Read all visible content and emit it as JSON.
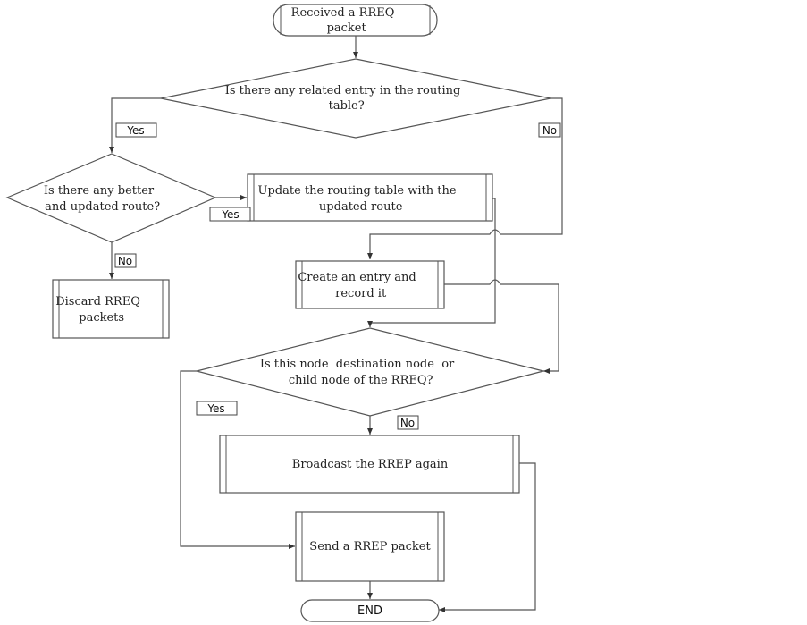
{
  "diagram": {
    "colors": {
      "stroke": "#555555",
      "text": "#222222",
      "background": "#ffffff"
    },
    "nodes": {
      "start": {
        "lines": [
          "Received a RREQ",
          "packet"
        ],
        "shape": "terminal"
      },
      "decision_entry": {
        "lines": [
          "Is there any related entry in the routing",
          "table?"
        ],
        "shape": "decision"
      },
      "decision_better": {
        "lines": [
          "Is there any better",
          "and updated route?"
        ],
        "shape": "decision"
      },
      "update_table": {
        "lines": [
          "Update the routing table with the",
          "updated route"
        ],
        "shape": "predefined-process"
      },
      "discard": {
        "lines": [
          "Discard RREQ",
          "packets"
        ],
        "shape": "predefined-process"
      },
      "create_entry": {
        "lines": [
          "Create an entry and",
          "record it"
        ],
        "shape": "predefined-process"
      },
      "decision_dest": {
        "lines": [
          "Is this node  destination node  or",
          "child node of the RREQ?"
        ],
        "shape": "decision"
      },
      "broadcast": {
        "lines": [
          "Broadcast the RREP again"
        ],
        "shape": "predefined-process"
      },
      "send_rrep": {
        "lines": [
          "Send a RREP packet"
        ],
        "shape": "predefined-process"
      },
      "end": {
        "lines": [
          "END"
        ],
        "shape": "terminal"
      }
    },
    "edge_labels": {
      "entry_yes": "Yes",
      "entry_no": "No",
      "better_yes": "Yes",
      "better_no": "No",
      "dest_yes": "Yes",
      "dest_no": "No"
    }
  }
}
